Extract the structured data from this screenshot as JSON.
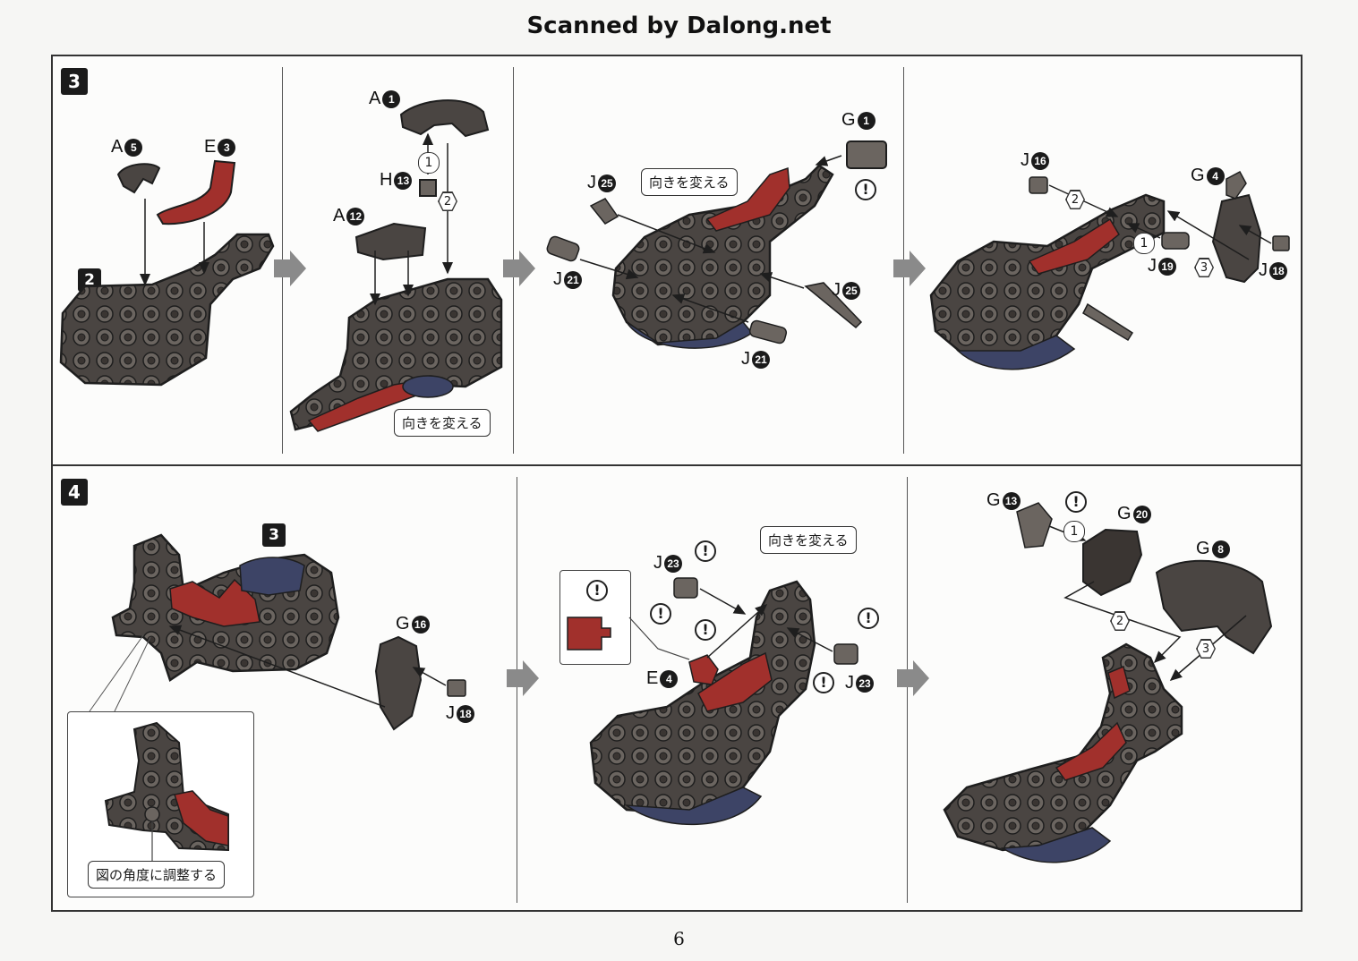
{
  "header": {
    "scan_credit": "Scanned by Dalong.net"
  },
  "page_number": "6",
  "steps": [
    {
      "number": "3"
    },
    {
      "number": "4"
    }
  ],
  "callouts": {
    "turn_around": "向きを変える",
    "adjust_angle": "図の角度に調整する"
  },
  "warning_symbol": "!",
  "order_marks": [
    "1",
    "2",
    "3"
  ],
  "sub_assembly_ref": {
    "step3_ref": "2",
    "step4_ref": "3"
  },
  "parts": {
    "s3p1": [
      {
        "letter": "A",
        "num": "5"
      },
      {
        "letter": "E",
        "num": "3"
      }
    ],
    "s3p2": [
      {
        "letter": "A",
        "num": "1"
      },
      {
        "letter": "H",
        "num": "13"
      },
      {
        "letter": "A",
        "num": "12"
      }
    ],
    "s3p3": [
      {
        "letter": "G",
        "num": "1"
      },
      {
        "letter": "J",
        "num": "25"
      },
      {
        "letter": "J",
        "num": "21"
      },
      {
        "letter": "J",
        "num": "25"
      },
      {
        "letter": "J",
        "num": "21"
      }
    ],
    "s3p4": [
      {
        "letter": "J",
        "num": "16"
      },
      {
        "letter": "G",
        "num": "4"
      },
      {
        "letter": "J",
        "num": "19"
      },
      {
        "letter": "J",
        "num": "18"
      }
    ],
    "s4p1": [
      {
        "letter": "G",
        "num": "16"
      },
      {
        "letter": "J",
        "num": "18"
      }
    ],
    "s4p2": [
      {
        "letter": "J",
        "num": "23"
      },
      {
        "letter": "E",
        "num": "4"
      },
      {
        "letter": "J",
        "num": "23"
      }
    ],
    "s4p3": [
      {
        "letter": "G",
        "num": "13"
      },
      {
        "letter": "G",
        "num": "20"
      },
      {
        "letter": "G",
        "num": "8"
      }
    ]
  },
  "colors": {
    "body_dark": "#4a4542",
    "body_mid": "#6b6560",
    "red_part": "#a1302c",
    "navy_part": "#3d4466",
    "arrow_gray": "#8a8a8a",
    "outline": "#1e1e1e"
  }
}
